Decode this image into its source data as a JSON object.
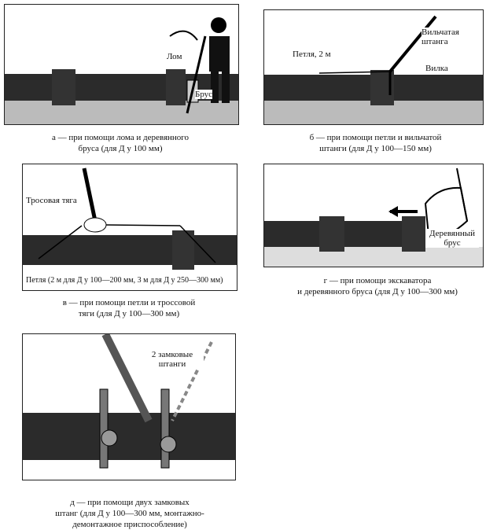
{
  "panels": [
    {
      "id": "a",
      "labels": {
        "lom": "Лом",
        "brus": "Брус"
      },
      "caption_lines": [
        "а — при помощи лома и деревянного",
        "бруса (для Д у 100 мм)"
      ]
    },
    {
      "id": "b",
      "labels": {
        "petlya": "Петля, 2 м",
        "shtanga": "Вильчатая штанга",
        "vilka": "Вилка"
      },
      "caption_lines": [
        "б — при помощи петли и вильчатой",
        "штанги (для Д у 100—150 мм)"
      ]
    },
    {
      "id": "v",
      "labels": {
        "tyaga": "Тросовая тяга",
        "petlya": "Петля (2 м для Д у 100—200 мм, 3 м для Д у 250—300 мм)"
      },
      "caption_lines": [
        "в — при помощи петли и троссовой",
        "тяги (для Д у 100—300 мм)"
      ]
    },
    {
      "id": "g",
      "labels": {
        "brus": "Деревянный брус"
      },
      "caption_lines": [
        "г — при помощи экскаватора",
        "и деревянного бруса (для Д у 100—300 мм)"
      ]
    },
    {
      "id": "d",
      "labels": {
        "shtangi": "2 замковые штанги"
      },
      "caption_lines": [
        "д — при помощи двух замковых",
        "штанг (для Д у 100—300 мм, монтажно-",
        "демонтажное приспособление)"
      ]
    }
  ]
}
